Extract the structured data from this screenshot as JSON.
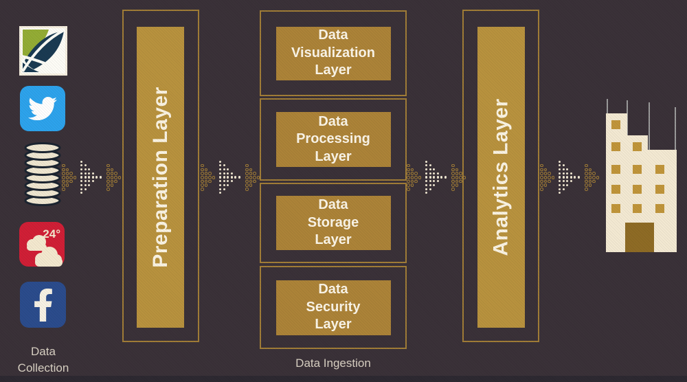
{
  "colors": {
    "background": "#3a3138",
    "gold_border": "#a17d37",
    "gold_bar": "#b8923e",
    "gold_box": "#ac8338",
    "cream_dot": "#f1e8d3",
    "caption_text": "#d9d1c3",
    "box_text": "#fbf5e8",
    "twitter_blue": "#2da3ec",
    "facebook_blue": "#2b4c8c",
    "weather_red": "#d01f36",
    "logo_green": "#93ac35",
    "logo_navy": "#1a3a52",
    "db_outline": "#1b2430",
    "db_fill": "#efe6d0",
    "building_cream": "#f3e9d2",
    "window_gold": "#c0953a",
    "door_gold": "#8e6b25",
    "antenna_gray": "#9b9b9b"
  },
  "collection": {
    "label": "Data Collection",
    "icons": [
      {
        "id": "company-logo"
      },
      {
        "id": "twitter"
      },
      {
        "id": "database"
      },
      {
        "id": "weather",
        "badge": "24°"
      },
      {
        "id": "facebook"
      }
    ]
  },
  "preparation": {
    "label": "Preparation Layer"
  },
  "ingestion": {
    "label": "Data Ingestion",
    "boxes": [
      {
        "label": "Data Visualization Layer"
      },
      {
        "label": "Data Processing Layer"
      },
      {
        "label": "Data Storage Layer"
      },
      {
        "label": "Data Security Layer"
      }
    ]
  },
  "analytics": {
    "label": "Analytics Layer"
  },
  "destination": {
    "id": "office-building"
  }
}
